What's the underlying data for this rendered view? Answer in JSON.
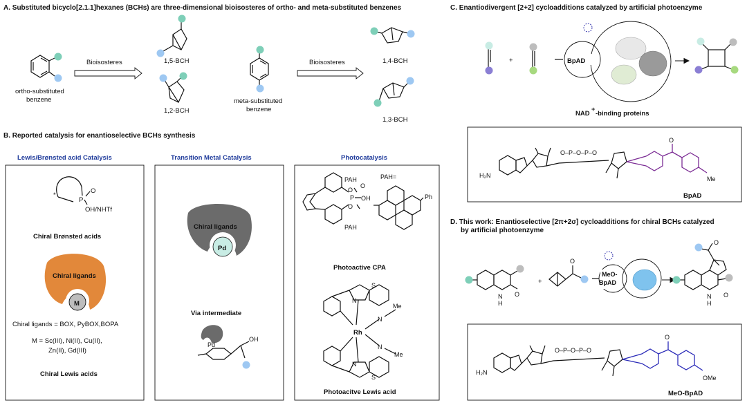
{
  "panel_a": {
    "title": "A. Substituted bicyclo[2.1.1]hexanes (BCHs) are three-dimensional bioisosteres of ortho- and meta-substituted benzenes",
    "ortho_label_1": "ortho-substituted",
    "ortho_label_2": "benzene",
    "meta_label_1": "meta-substituted",
    "meta_label_2": "benzene",
    "arrow_label_1": "Bioisosteres",
    "arrow_label_2": "Bioisosteres",
    "bch_15": "1,5-BCH",
    "bch_12": "1,2-BCH",
    "bch_14": "1,4-BCH",
    "bch_13": "1,3-BCH"
  },
  "panel_b": {
    "title": "B. Reported catalysis for enantioselective BCHs synthesis",
    "col1_title": "Lewis/Brønsted acid Catalysis",
    "col2_title": "Transition Metal Catalysis",
    "col3_title": "Photocatalysis",
    "bronsted_sub": "OH/NHTf",
    "bronsted_p": "P",
    "bronsted_o": "O",
    "bronsted_star": "*",
    "bronsted_label": "Chiral Brønsted acids",
    "chiral_ligands": "Chiral ligands",
    "metal_m": "M",
    "ligands_line": "Chiral ligands = BOX, PyBOX,BOPA",
    "metals_line_1": "M =  Sc(III), Ni(II), Cu(II),",
    "metals_line_2": "Zn(II), Gd(III)",
    "lewis_label": "Chiral Lewis acids",
    "tm_chiral_ligands": "Chiral ligands",
    "tm_pd": "Pd",
    "via_intermediate": "Via intermediate",
    "int_pd": "Pd",
    "int_oh": "OH",
    "pah_eq": "PAH=",
    "pah_1": "PAH",
    "pah_2": "PAH",
    "cpa_p": "P",
    "cpa_o1": "O",
    "cpa_o2": "O",
    "cpa_oh": "OH",
    "cpa_o3": "O",
    "ph": "Ph",
    "cpa_label": "Photoactive CPA",
    "rh": "Rh",
    "me1": "Me",
    "me2": "Me",
    "n1": "N",
    "n2": "N",
    "s1": "S",
    "s2": "S",
    "nc1": "N",
    "nc2": "N",
    "rh_label": "Photoacitve Lewis acid"
  },
  "panel_c": {
    "title": "C. Enantiodivergent [2+2] cycloadditions catalyzed by artificial photoenzyme",
    "plus": "+",
    "enzyme": "BpAD",
    "nad_label": "NAD",
    "nad_sup": "+",
    "nad_suffix": "-binding proteins",
    "h2n": "H₂N",
    "compound": "BpAD",
    "me": "Me"
  },
  "panel_d": {
    "title_1": "D. This work: Enantioselective [2π+2σ] cycloadditions for chiral BCHs catalyzed",
    "title_2": "by artificial photoenzyme",
    "plus": "+",
    "enzyme_1": "MeO-",
    "enzyme_2": "BpAD",
    "nh_left": "N",
    "h_left": "H",
    "o_left": "O",
    "nh_right": "N",
    "h_right": "H",
    "o_right": "O",
    "h2n": "H₂N",
    "compound": "MeO-BpAD",
    "ome": "OMe"
  },
  "colors": {
    "teal": "#7ecfb8",
    "blue": "#9ec8f2",
    "gray": "#bdbdbd",
    "purple": "#8b7fd4",
    "green": "#a7d97f",
    "light_cyan": "#c8ece4",
    "orange": "#e2883a",
    "dark_gray": "#6b6b6b",
    "heading_blue": "#1f3b9b",
    "bpad_purple": "#7b2c94",
    "meo_blue": "#2a2ab8"
  }
}
